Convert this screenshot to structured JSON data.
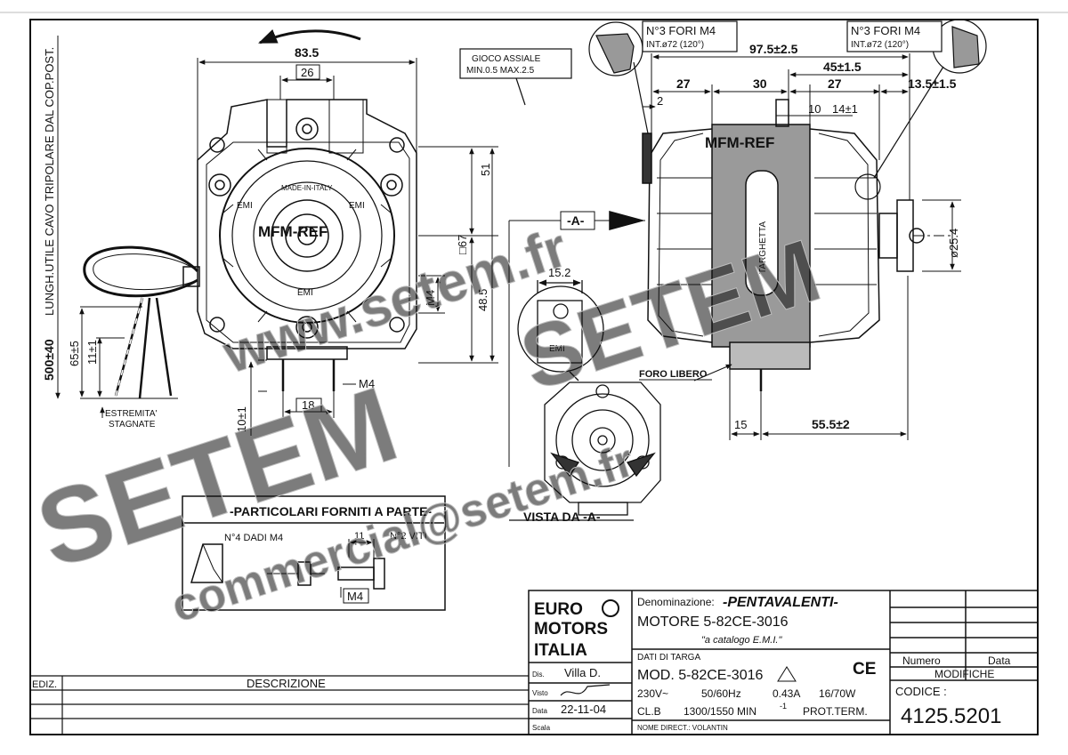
{
  "dimensions_top": {
    "d83_5": "83.5",
    "d26": "26",
    "d97_5": "97.5±2.5",
    "d45": "45±1.5",
    "d27a": "27",
    "d30": "30",
    "d27b": "27",
    "d13_5": "13.5±1.5",
    "d2": "2",
    "d10": "10",
    "d14": "14±1"
  },
  "dimensions_side": {
    "d51": "51",
    "sq67": "□67",
    "m4": "M4",
    "d48_5": "48.5",
    "d25_4": "ø25.4",
    "d15_2": "15.2",
    "d15": "15",
    "d55_5": "55.5±2",
    "d18": "18",
    "m4b": "M4",
    "d10b": "10±1",
    "d65": "65±5",
    "d11": "11±1",
    "d500": "500±40"
  },
  "notes": {
    "cable_note": "LUNGH.UTILE CAVO TRIPOLARE DAL COP.POST.",
    "gioco_1": "GIOCO ASSIALE",
    "gioco_2": "MIN.0.5 MAX.2.5",
    "fori_1": "N°3 FORI M4",
    "fori_2": "INT.ø72 (120°)",
    "fori_3": "N°3 FORI M4",
    "fori_4": "INT.ø72 (120°)",
    "estremita_1": "ESTREMITA'",
    "estremita_2": "STAGNATE",
    "foro_libero": "FORO LIBERO",
    "vista": "VISTA DA -A-",
    "view_a": "-A-",
    "mfm_front": "MFM-REF",
    "mfm_side": "MFM-REF",
    "emi": "EMI",
    "made_in_italy": "MADE-IN-ITALY",
    "targhetta": "TARGHETTA"
  },
  "parts_box": {
    "title": "-PARTICOLARI FORNITI A PARTE-",
    "dadi": "N°4 DADI M4",
    "viti": "N°2 VITI",
    "dim11": "11",
    "m4": "M4"
  },
  "title_block": {
    "logo_1": "EURO",
    "logo_2": "MOTORS",
    "logo_3": "ITALIA",
    "denominazione_label": "Denominazione:",
    "denominazione_value": "-PENTAVALENTI-",
    "motore": "MOTORE 5-82CE-3016",
    "catalogo": "\"a catalogo E.M.I.\"",
    "dati_targa": "DATI DI TARGA",
    "mod": "MOD. 5-82CE-3016",
    "volts": "230V~",
    "freq": "50/60Hz",
    "amp": "0.43A",
    "watt": "16/70W",
    "cl": "CL.B",
    "rpm": "1300/1550 MIN",
    "rpm_exp": "-1",
    "prot": "PROT.TERM.",
    "nome": "NOME DIRECT.: VOLANTIN",
    "ce": "CE",
    "dis_label": "Dis.",
    "dis_value": "Villa D.",
    "visto_label": "Visto",
    "data_label": "Data",
    "data_value": "22-11-04",
    "scala_label": "Scala",
    "numero": "Numero",
    "data_col": "Data",
    "modifiche": "MODIFICHE",
    "codice_label": "CODICE :",
    "codice_value": "4125.5201"
  },
  "revision": {
    "ediz": "EDIZ.",
    "descrizione": "DESCRIZIONE"
  },
  "watermarks": {
    "w1": "SETEM",
    "w2": "www.setem.fr",
    "w3": "commercial@setem.fr",
    "w4": "SETEM"
  }
}
